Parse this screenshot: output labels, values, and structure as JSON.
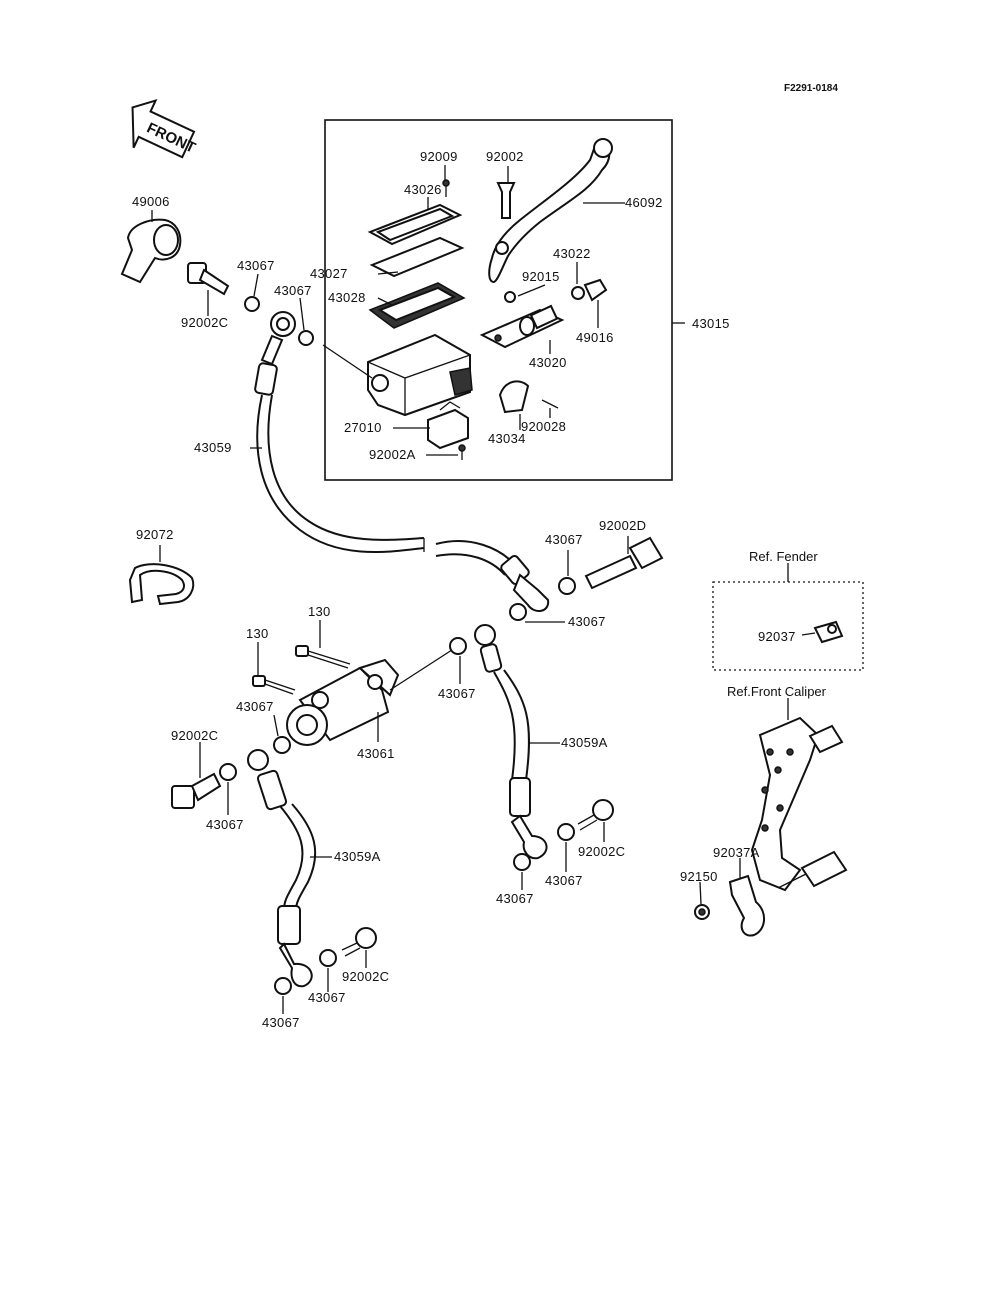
{
  "figure_code": "F2291-0184",
  "front_arrow": "FRONT",
  "labels": {
    "p92009": "92009",
    "p92002": "92002",
    "p43026": "43026",
    "p46092": "46092",
    "p49006": "49006",
    "p43022": "43022",
    "p43067_a": "43067",
    "p43027": "43027",
    "p92015": "92015",
    "p43067_b": "43067",
    "p43028": "43028",
    "p92002C_a": "92002C",
    "p43015": "43015",
    "p49016": "49016",
    "p43020": "43020",
    "p27010": "27010",
    "p920028": "920028",
    "p43034": "43034",
    "p92002A": "92002A",
    "p43059": "43059",
    "p92072": "92072",
    "p92002D": "92002D",
    "p43067_c": "43067",
    "p43067_d": "43067",
    "p130_a": "130",
    "p130_b": "130",
    "p43067_e": "43067",
    "p43067_f": "43067",
    "p92002C_b": "92002C",
    "p43061": "43061",
    "p43059A_a": "43059A",
    "p43067_g": "43067",
    "p43059A_b": "43059A",
    "p92002C_c": "92002C",
    "p43067_h": "43067",
    "p43067_i": "43067",
    "p92002C_d": "92002C",
    "p43067_j": "43067",
    "p43067_k": "43067",
    "p92037": "92037",
    "p92037A": "92037A",
    "p92150": "92150"
  },
  "references": {
    "fender": "Ref. Fender",
    "caliper": "Ref.Front Caliper"
  }
}
